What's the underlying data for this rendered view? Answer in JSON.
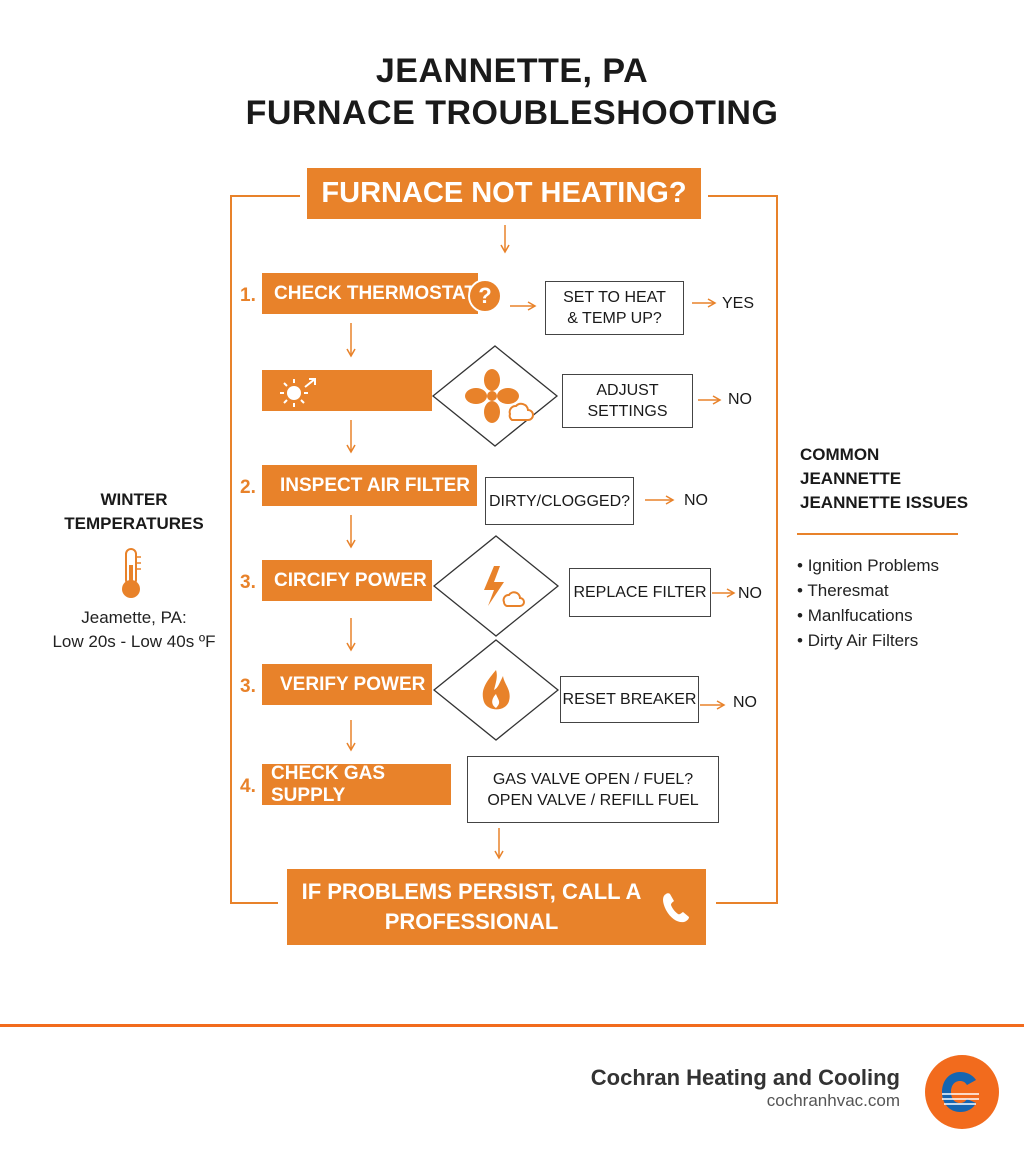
{
  "title": {
    "line1": "JEANNETTE, PA",
    "line2": "FURNACE TROUBLESHOOTING"
  },
  "header_box": "FURNACE NOT HEATING?",
  "steps": [
    {
      "num": "1.",
      "label": "CHECK THERMOSTAT",
      "question": "SET TO HEAT & TEMP UP?",
      "q1": "SET TO HEAT",
      "q2": "& TEMP UP?",
      "answer": "YES"
    },
    {
      "num": "",
      "label": "",
      "question": "ADJUST SETTINGS",
      "q1": "ADJUST",
      "q2": "SETTINGS",
      "answer": "NO"
    },
    {
      "num": "2.",
      "label": "INSPECT AIR FILTER",
      "question": "DIRTY/CLOGGED?",
      "answer": "NO"
    },
    {
      "num": "3.",
      "label": "CIRCIFY POWER",
      "question": "REPLACE FILTER",
      "answer": "NO"
    },
    {
      "num": "3.",
      "label": "VERIFY POWER",
      "question": "RESET BREAKER",
      "answer": "NO"
    },
    {
      "num": "4.",
      "label": "CHECK GAS SUPPLY",
      "q1": "GAS VALVE OPEN / FUEL?",
      "q2": "OPEN VALVE / REFILL FUEL"
    }
  ],
  "final_box": {
    "line1": "IF PROBLEMS PERSIST, CALL A",
    "line2": "PROFESSIONAL"
  },
  "left_panel": {
    "heading1": "WINTER",
    "heading2": "TEMPERATURES",
    "location": "Jeamette, PA:",
    "range": "Low 20s - Low 40s ºF"
  },
  "right_panel": {
    "heading1": "COMMON",
    "heading2": "JEANNETTE",
    "heading3": "JEANNETTE ISSUES",
    "items": [
      "Ignition Problems",
      "Theresmat",
      "Manlfucations",
      "Dirty Air Filters"
    ]
  },
  "footer": {
    "company": "Cochran Heating and Cooling",
    "website": "cochranhvac.com"
  },
  "colors": {
    "orange": "#E8822A",
    "footer_line": "#F26B1D",
    "logo_blue": "#1565B0"
  },
  "icons": [
    "question-icon",
    "sun-icon",
    "fan-icon",
    "lightning-icon",
    "flame-icon",
    "thermometer-icon",
    "phone-icon",
    "logo-icon"
  ]
}
